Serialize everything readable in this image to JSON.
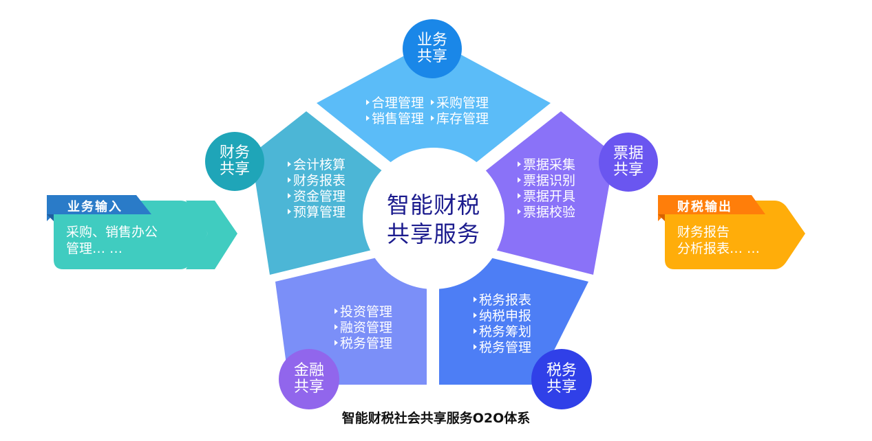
{
  "center": {
    "line1": "智能财税",
    "line2": "共享服务"
  },
  "segments": {
    "business": {
      "badge": {
        "line1": "业务",
        "line2": "共享"
      },
      "items": [
        "合理管理",
        "采购管理",
        "销售管理",
        "库存管理"
      ],
      "color": "#5bbcf8",
      "badge_color": "#1a87e8"
    },
    "finance": {
      "badge": {
        "line1": "财务",
        "line2": "共享"
      },
      "items": [
        "会计核算",
        "财务报表",
        "资金管理",
        "预算管理"
      ],
      "color": "#4cb6d6",
      "badge_color": "#1fa5b8"
    },
    "invoice": {
      "badge": {
        "line1": "票据",
        "line2": "共享"
      },
      "items": [
        "票据采集",
        "票据识别",
        "票据开具",
        "票据校验"
      ],
      "color": "#8a72f8",
      "badge_color": "#6a56f0"
    },
    "financing": {
      "badge": {
        "line1": "金融",
        "line2": "共享"
      },
      "items": [
        "投资管理",
        "融资管理",
        "税务管理"
      ],
      "color": "#7b8ff8",
      "badge_color": "#9166ec"
    },
    "tax": {
      "badge": {
        "line1": "税务",
        "line2": "共享"
      },
      "items": [
        "税务报表",
        "纳税申报",
        "税务筹划",
        "税务管理"
      ],
      "color": "#4d7ef5",
      "badge_color": "#3040e8"
    }
  },
  "input": {
    "title": "业务输入",
    "body_line1": "采购、销售办公",
    "body_line2": "管理… …",
    "title_color": "#2a7bc8",
    "body_color": "#40ccc0"
  },
  "output": {
    "title": "财税输出",
    "body_line1": "财务报告",
    "body_line2": "分析报表… …",
    "title_color": "#ff7e0a",
    "body_color": "#ffad0a"
  },
  "caption": "智能财税社会共享服务O2O体系"
}
